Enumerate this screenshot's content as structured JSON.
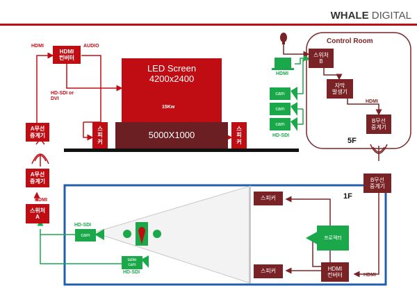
{
  "brand": {
    "whale": "WHALE",
    "digital": "DIGITAL"
  },
  "stage": {
    "led_title": "LED Screen\n4200x2400",
    "led_power": "15Kw",
    "stage_size": "5000X1000",
    "speaker_left": "스\n피\n커",
    "speaker_right": "스\n피\n커"
  },
  "left_chain": {
    "hdmi_top": "HDMI",
    "audio": "AUDIO",
    "converter": "HDMI\n컨버터",
    "hdsdi_or_dvi": "HD-SDI or\nDVI",
    "a_wireless_top": "A무선\n중계기",
    "a_wireless_bottom": "A무선\n중계기",
    "hdmi_mid": "HDMI",
    "switcher_a": "스위처\nA"
  },
  "control_room": {
    "title": "Control Room",
    "switcher_b": "스위처\nB",
    "subtitle_gen": "자막\n발생기",
    "hdmi": "HDMI",
    "b_wireless": "B무선\n중계기",
    "floor": "5F",
    "laptop_hdmi": "HDMI",
    "cam1": "cam",
    "cam2": "cam",
    "cam3": "cam",
    "hdsdi": "HD-SDI"
  },
  "floor1": {
    "b_wireless": "B무선\n중계기",
    "floor": "1F",
    "speaker_top": "스피커",
    "speaker_bottom": "스피커",
    "projector": "프로젝터",
    "converter": "HDMI\n컨버터",
    "hdmi_bottom": "HDMI",
    "cam_hdsdi": "HD-SDI",
    "cam": "cam",
    "table_cam": "table\ncam",
    "table_hdsdi": "HD-SDI"
  },
  "colors": {
    "red": "#c00d13",
    "maroon": "#7a2326",
    "green": "#1aa84a",
    "blue_frame": "#1f5fb0"
  }
}
